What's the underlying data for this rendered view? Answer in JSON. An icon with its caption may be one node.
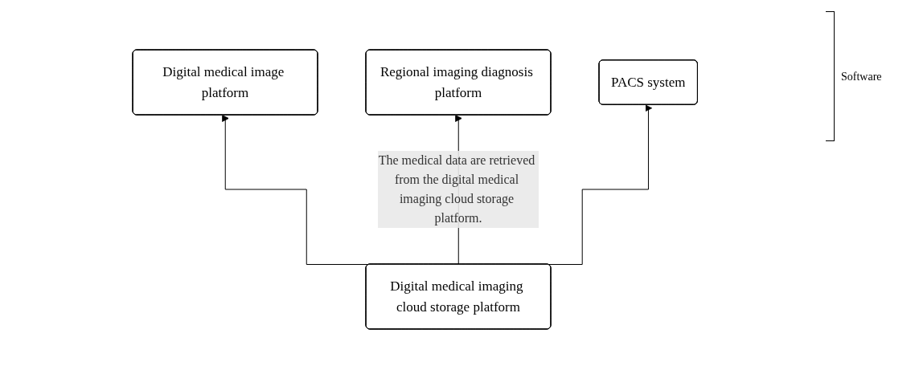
{
  "diagram": {
    "nodes": [
      {
        "text": [
          "Digital medical image platform"
        ]
      },
      {
        "text": [
          "Regional imaging diagnosis platform"
        ]
      },
      {
        "text": [
          "PACS system"
        ]
      },
      {
        "text": [
          "Digital medical imaging cloud storage platform"
        ]
      }
    ],
    "edges": [
      {
        "from": 3,
        "to": 0,
        "arrow": "to"
      },
      {
        "from": 3,
        "to": 1,
        "arrow": "to",
        "label": "The medical data are retrieved from the digital medical imaging cloud storage platform."
      },
      {
        "from": 3,
        "to": 2,
        "arrow": "to"
      }
    ],
    "labels": [
      "Software"
    ]
  }
}
